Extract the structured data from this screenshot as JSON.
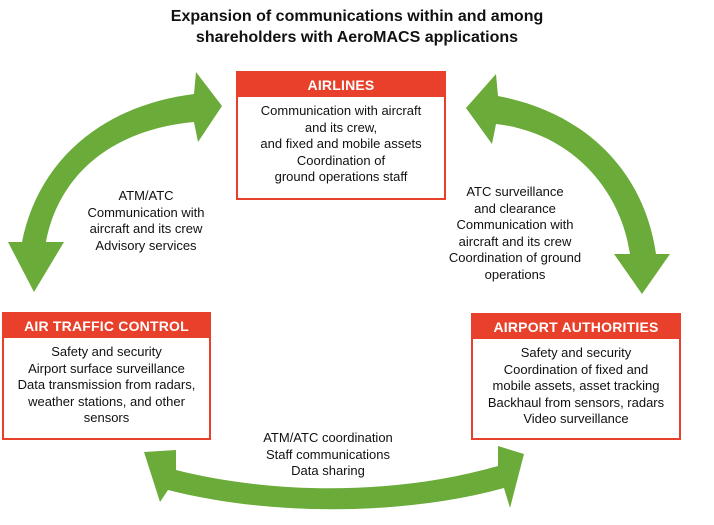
{
  "title": {
    "line1": "Expansion of communications within and among",
    "line2": "shareholders with AeroMACS applications"
  },
  "airlines": {
    "header": "AIRLINES",
    "lines": [
      "Communication with aircraft",
      "and its crew,",
      "and fixed and mobile assets",
      "Coordination of",
      "ground operations staff"
    ]
  },
  "atc": {
    "header": "AIR TRAFFIC CONTROL",
    "lines": [
      "Safety and security",
      "Airport surface surveillance",
      "Data transmission from radars,",
      "weather stations, and other",
      "sensors"
    ]
  },
  "airport": {
    "header": "AIRPORT AUTHORITIES",
    "lines": [
      "Safety and security",
      "Coordination of fixed and",
      "mobile assets, asset tracking",
      "Backhaul from sensors, radars",
      "Video surveillance"
    ]
  },
  "left_link": {
    "lines": [
      "ATM/ATC",
      "Communication with",
      "aircraft and its crew",
      "Advisory services"
    ]
  },
  "right_link": {
    "lines": [
      "ATC surveillance",
      "and clearance",
      "Communication with",
      "aircraft and its crew",
      "Coordination of ground",
      "operations"
    ]
  },
  "bottom_link": {
    "lines": [
      "ATM/ATC coordination",
      "Staff communications",
      "Data sharing"
    ]
  },
  "colors": {
    "accent_red": "#e8402a",
    "arrow_green": "#6aab3a",
    "text": "#111111"
  }
}
